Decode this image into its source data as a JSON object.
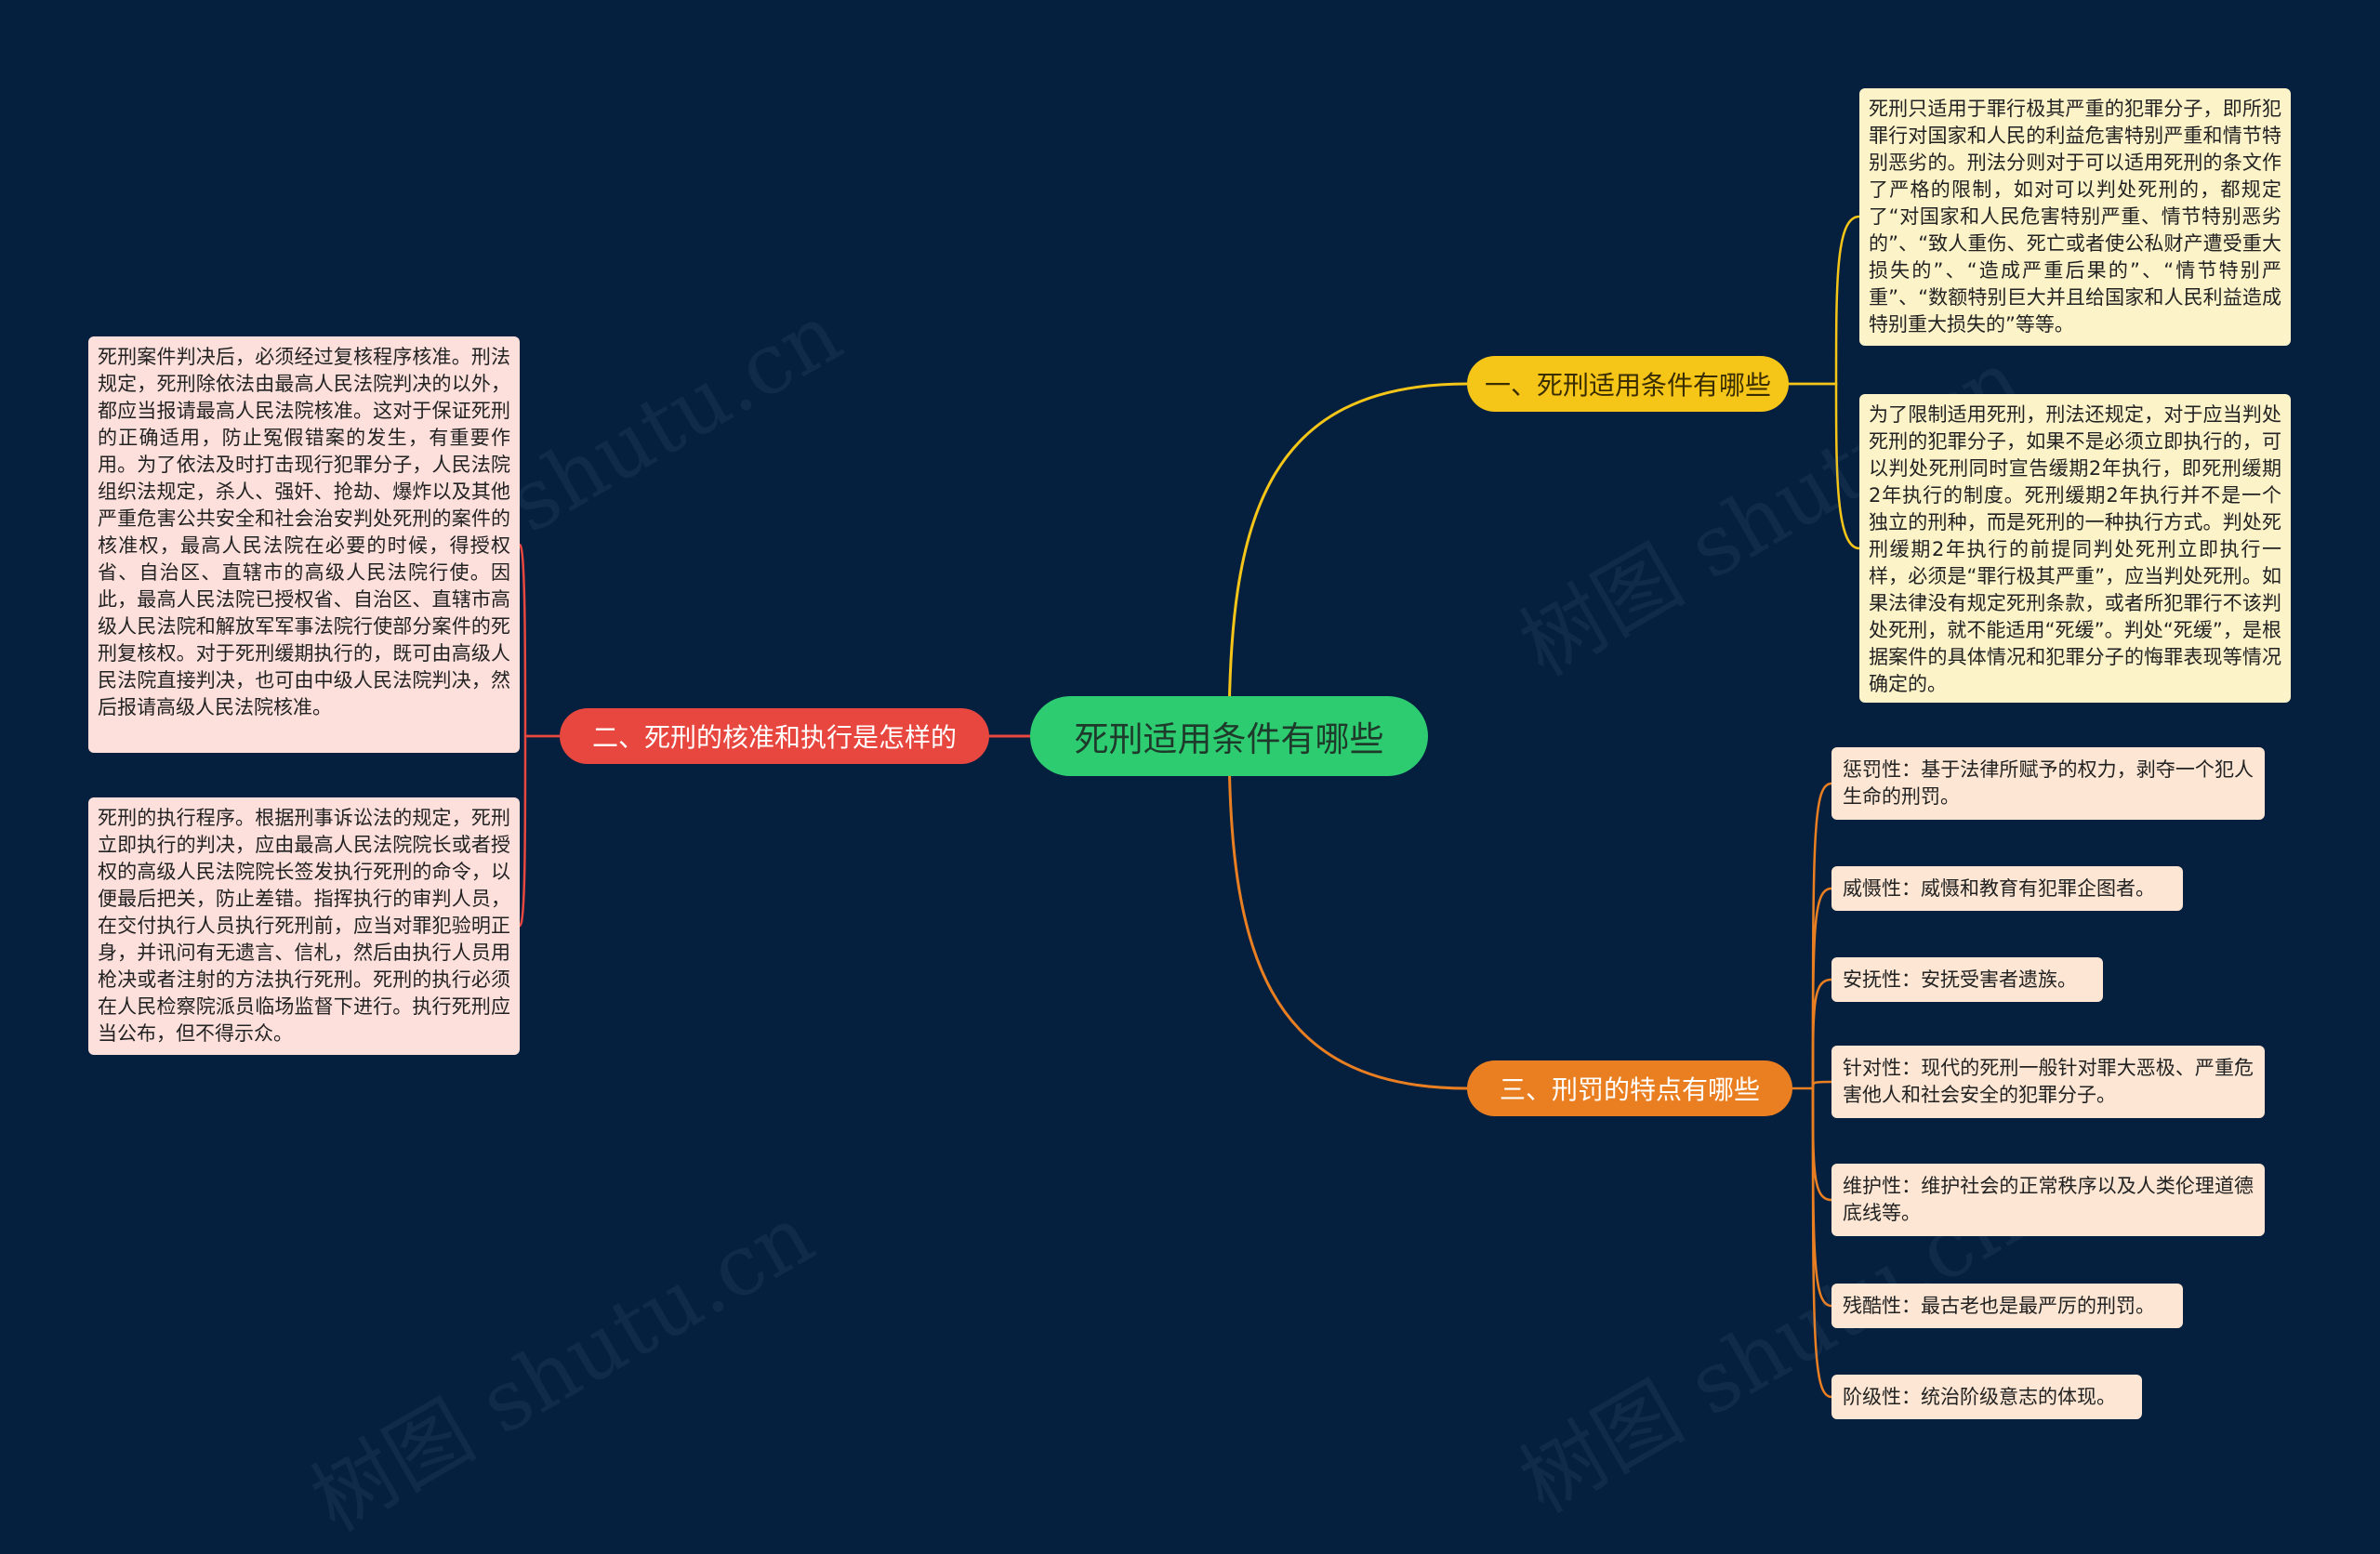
{
  "root": {
    "label": "死刑适用条件有哪些"
  },
  "branches": [
    {
      "label": "一、死刑适用条件有哪些",
      "color": "#f5c518",
      "children": [
        "死刑只适用于罪行极其严重的犯罪分子，即所犯罪行对国家和人民的利益危害特别严重和情节特别恶劣的。刑法分则对于可以适用死刑的条文作了严格的限制，如对可以判处死刑的，都规定了“对国家和人民危害特别严重、情节特别恶劣的”、“致人重伤、死亡或者使公私财产遭受重大损失的”、“造成严重后果的”、“情节特别严重”、“数额特别巨大并且给国家和人民利益造成特别重大损失的”等等。",
        "为了限制适用死刑，刑法还规定，对于应当判处死刑的犯罪分子，如果不是必须立即执行的，可以判处死刑同时宣告缓期2年执行，即死刑缓期2年执行的制度。死刑缓期2年执行并不是一个独立的刑种，而是死刑的一种执行方式。判处死刑缓期2年执行的前提同判处死刑立即执行一样，必须是“罪行极其严重”，应当判处死刑。如果法律没有规定死刑条款，或者所犯罪行不该判处死刑，就不能适用“死缓”。判处“死缓”，是根据案件的具体情况和犯罪分子的悔罪表现等情况确定的。"
      ]
    },
    {
      "label": "二、死刑的核准和执行是怎样的",
      "color": "#e8473f",
      "children": [
        "死刑案件判决后，必须经过复核程序核准。刑法规定，死刑除依法由最高人民法院判决的以外，都应当报请最高人民法院核准。这对于保证死刑的正确适用，防止冤假错案的发生，有重要作用。为了依法及时打击现行犯罪分子，人民法院组织法规定，杀人、强奸、抢劫、爆炸以及其他严重危害公共安全和社会治安判处死刑的案件的核准权，最高人民法院在必要的时候，得授权省、自治区、直辖市的高级人民法院行使。因此，最高人民法院已授权省、自治区、直辖市高级人民法院和解放军军事法院行使部分案件的死刑复核权。对于死刑缓期执行的，既可由高级人民法院直接判决，也可由中级人民法院判决，然后报请高级人民法院核准。",
        "死刑的执行程序。根据刑事诉讼法的规定，死刑立即执行的判决，应由最高人民法院院长或者授权的高级人民法院院长签发执行死刑的命令，以便最后把关，防止差错。指挥执行的审判人员，在交付执行人员执行死刑前，应当对罪犯验明正身，并讯问有无遗言、信札，然后由执行人员用枪决或者注射的方法执行死刑。死刑的执行必须在人民检察院派员临场监督下进行。执行死刑应当公布，但不得示众。"
      ]
    },
    {
      "label": "三、刑罚的特点有哪些",
      "color": "#ea7f22",
      "children": [
        "惩罚性：基于法律所赋予的权力，剥夺一个犯人生命的刑罚。",
        "威慑性：威慑和教育有犯罪企图者。",
        "安抚性：安抚受害者遗族。",
        "针对性：现代的死刑一般针对罪大恶极、严重危害他人和社会安全的犯罪分子。",
        "维护性：维护社会的正常秩序以及人类伦理道德底线等。",
        "残酷性：最古老也是最严厉的刑罚。",
        "阶级性：统治阶级意志的体现。"
      ]
    }
  ],
  "watermark": "树图 shutu.cn",
  "colors": {
    "background": "#05203f",
    "root": "#2ecc71",
    "yellow_card": "#fdf3c9",
    "pink_card": "#fde0dc",
    "peach_card": "#fde6d3"
  }
}
